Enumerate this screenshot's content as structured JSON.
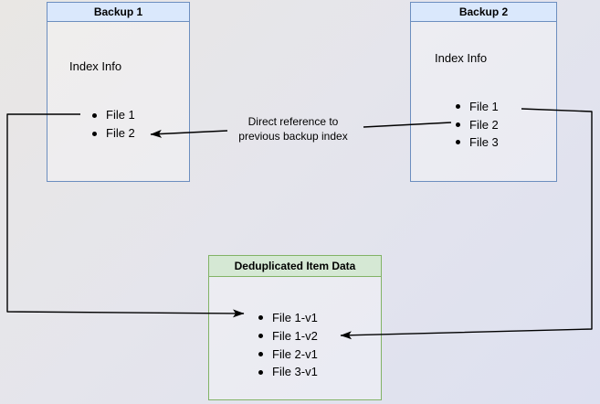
{
  "diagram": {
    "backup1": {
      "title": "Backup 1",
      "subtitle": "Index Info",
      "items": [
        "File 1",
        "File 2"
      ]
    },
    "backup2": {
      "title": "Backup 2",
      "subtitle": "Index Info",
      "items": [
        "File 1",
        "File 2",
        "File 3"
      ]
    },
    "dedup": {
      "title": "Deduplicated Item Data",
      "items": [
        "File 1-v1",
        "File 1-v2",
        "File 2-v1",
        "File 3-v1"
      ]
    },
    "annotation": {
      "line1": "Direct reference to",
      "line2": "previous backup index"
    }
  },
  "colors": {
    "backup_header_fill": "#dae8fc",
    "backup_border": "#6c8ebf",
    "dedup_header_fill": "#d5e8d4",
    "dedup_border": "#82b366",
    "connector": "#000000",
    "text": "#000000",
    "background_top_left": "#e9e7e4",
    "background_bottom_right": "#dde0f0"
  }
}
